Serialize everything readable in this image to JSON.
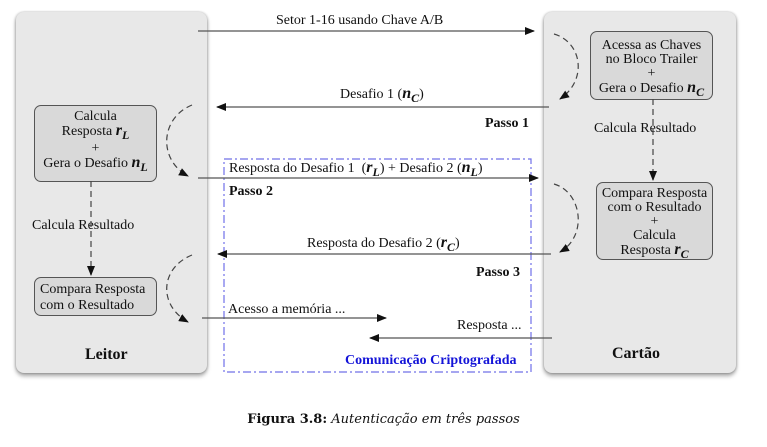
{
  "figure": {
    "caption_label": "Figura 3.8:",
    "caption_text": "Autenticação em três passos"
  },
  "leitor": {
    "title": "Leitor",
    "box1": {
      "line1": "Calcula",
      "line2": "Resposta",
      "var2": "r",
      "sub2": "L",
      "line3": "+",
      "line4": "Gera o Desafio",
      "var4": "n",
      "sub4": "L"
    },
    "calc_label": "Calcula Resultado",
    "box2": {
      "line1": "Compara Resposta",
      "line2": "com o Resultado"
    }
  },
  "cartao": {
    "title": "Cartão",
    "box1": {
      "line1": "Acessa as Chaves",
      "line2": "no Bloco Trailer",
      "line3": "+",
      "line4": "Gera o Desafio",
      "var4": "n",
      "sub4": "C"
    },
    "calc_label": "Calcula Resultado",
    "box2": {
      "line1": "Compara Resposta",
      "line2": "com o Resultado",
      "line3": "+",
      "line4": "Calcula",
      "line5": "Resposta",
      "var5": "r",
      "sub5": "C"
    }
  },
  "messages": {
    "m1": "Setor 1-16 usando Chave A/B",
    "m2_text": "Desafio 1",
    "m2_var": "n",
    "m2_sub": "C",
    "m3_text": "Resposta do Desafio 1",
    "m3_var1": "r",
    "m3_sub1": "L",
    "m3_mid": "+ Desafio 2",
    "m3_var2": "n",
    "m3_sub2": "L",
    "m4_text": "Resposta do Desafio 2",
    "m4_var": "r",
    "m4_sub": "C",
    "m5": "Acesso a memória ...",
    "m6": "Resposta ..."
  },
  "steps": {
    "passo1": "Passo 1",
    "passo2": "Passo 2",
    "passo3": "Passo 3"
  },
  "secure_region": {
    "label": "Comunicação Criptografada",
    "color": "#1414d8",
    "border_color": "#7070e8"
  }
}
